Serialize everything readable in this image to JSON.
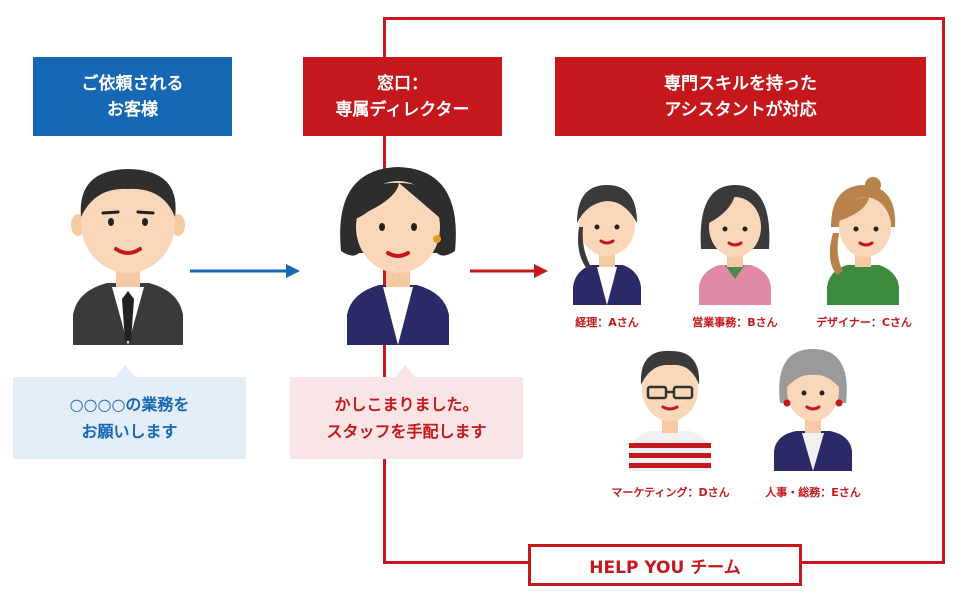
{
  "client": {
    "label_lines": [
      "ご依頼される",
      "お客様"
    ],
    "speech_lines": [
      "○○○○の業務を",
      "お願いします"
    ]
  },
  "director": {
    "label_lines": [
      "窓口：",
      "専属ディレクター"
    ],
    "speech_lines": [
      "かしこまりました。",
      "スタッフを手配します"
    ]
  },
  "assistants": {
    "label_lines": [
      "専門スキルを持った",
      "アシスタントが対応"
    ],
    "members": [
      {
        "role": "経理：Aさん",
        "icon": "woman-navy-jacket-icon"
      },
      {
        "role": "営業事務：Bさん",
        "icon": "woman-pink-shirt-icon"
      },
      {
        "role": "デザイナー：Cさん",
        "icon": "woman-green-top-icon"
      },
      {
        "role": "マーケティング：Dさん",
        "icon": "man-glasses-icon"
      },
      {
        "role": "人事・総務：Eさん",
        "icon": "elderly-woman-icon"
      }
    ]
  },
  "team": {
    "label": "HELP YOU チーム"
  },
  "colors": {
    "accent_red": "#c4181d",
    "accent_blue": "#1768b4",
    "bubble_blue": "#e3eef8",
    "bubble_red": "#f9e4e6"
  }
}
